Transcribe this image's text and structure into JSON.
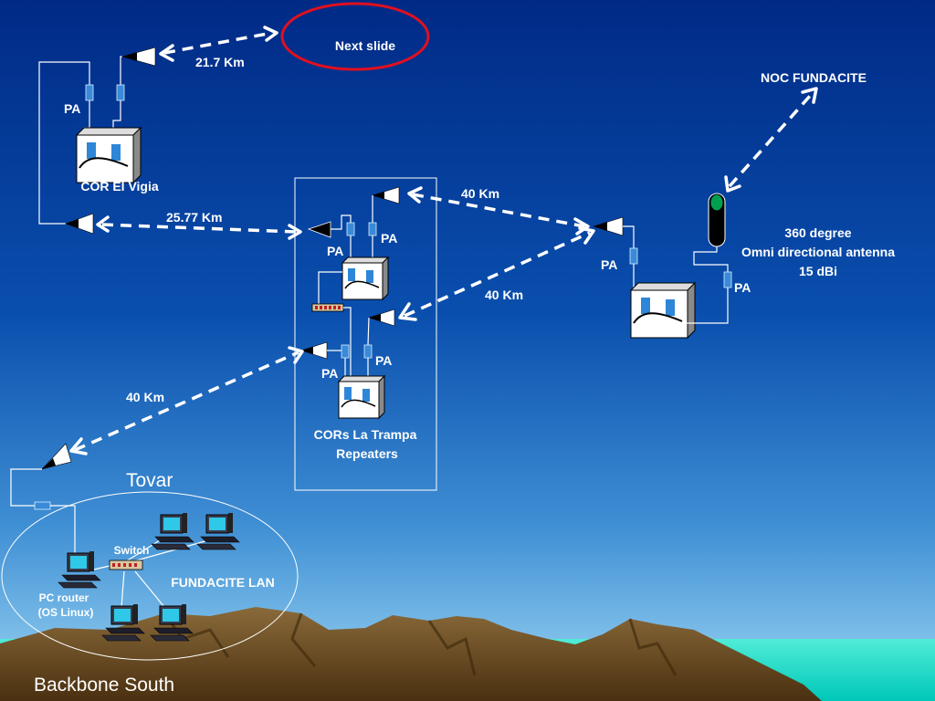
{
  "slide": {
    "title": "Backbone South",
    "next_slide": "Next slide",
    "colors": {
      "sky_top": "#002e8a",
      "sky_bottom": "#8fd0f0",
      "sea": "#00dcc4",
      "mountain": "#6b4a1e",
      "highlight_red": "#e01020"
    }
  },
  "links": {
    "el_vigia_to_next": "21.7 Km",
    "el_vigia_to_trampa": "25.77 Km",
    "trampa_to_noc_site": "40 Km",
    "noc_site_to_trampa": "40 Km",
    "trampa_to_tovar": "40 Km"
  },
  "sites": {
    "cor_el_vigia": "COR El Vigia",
    "cors_la_trampa_line1": "CORs La Trampa",
    "cors_la_trampa_line2": "Repeaters",
    "noc": "NOC FUNDACITE",
    "antenna_line1": "360 degree",
    "antenna_line2": "Omni directional antenna",
    "antenna_line3": "15 dBi",
    "tovar": "Tovar"
  },
  "lan": {
    "name": "FUNDACITE  LAN",
    "switch": "Switch",
    "router_line1": "PC router",
    "router_line2": "(OS Linux)"
  },
  "pa_label": "PA",
  "icons": [
    "horn-antenna-icon",
    "radio-router-icon",
    "power-amplifier-icon",
    "omni-antenna-icon",
    "switch-icon",
    "computer-icon"
  ]
}
